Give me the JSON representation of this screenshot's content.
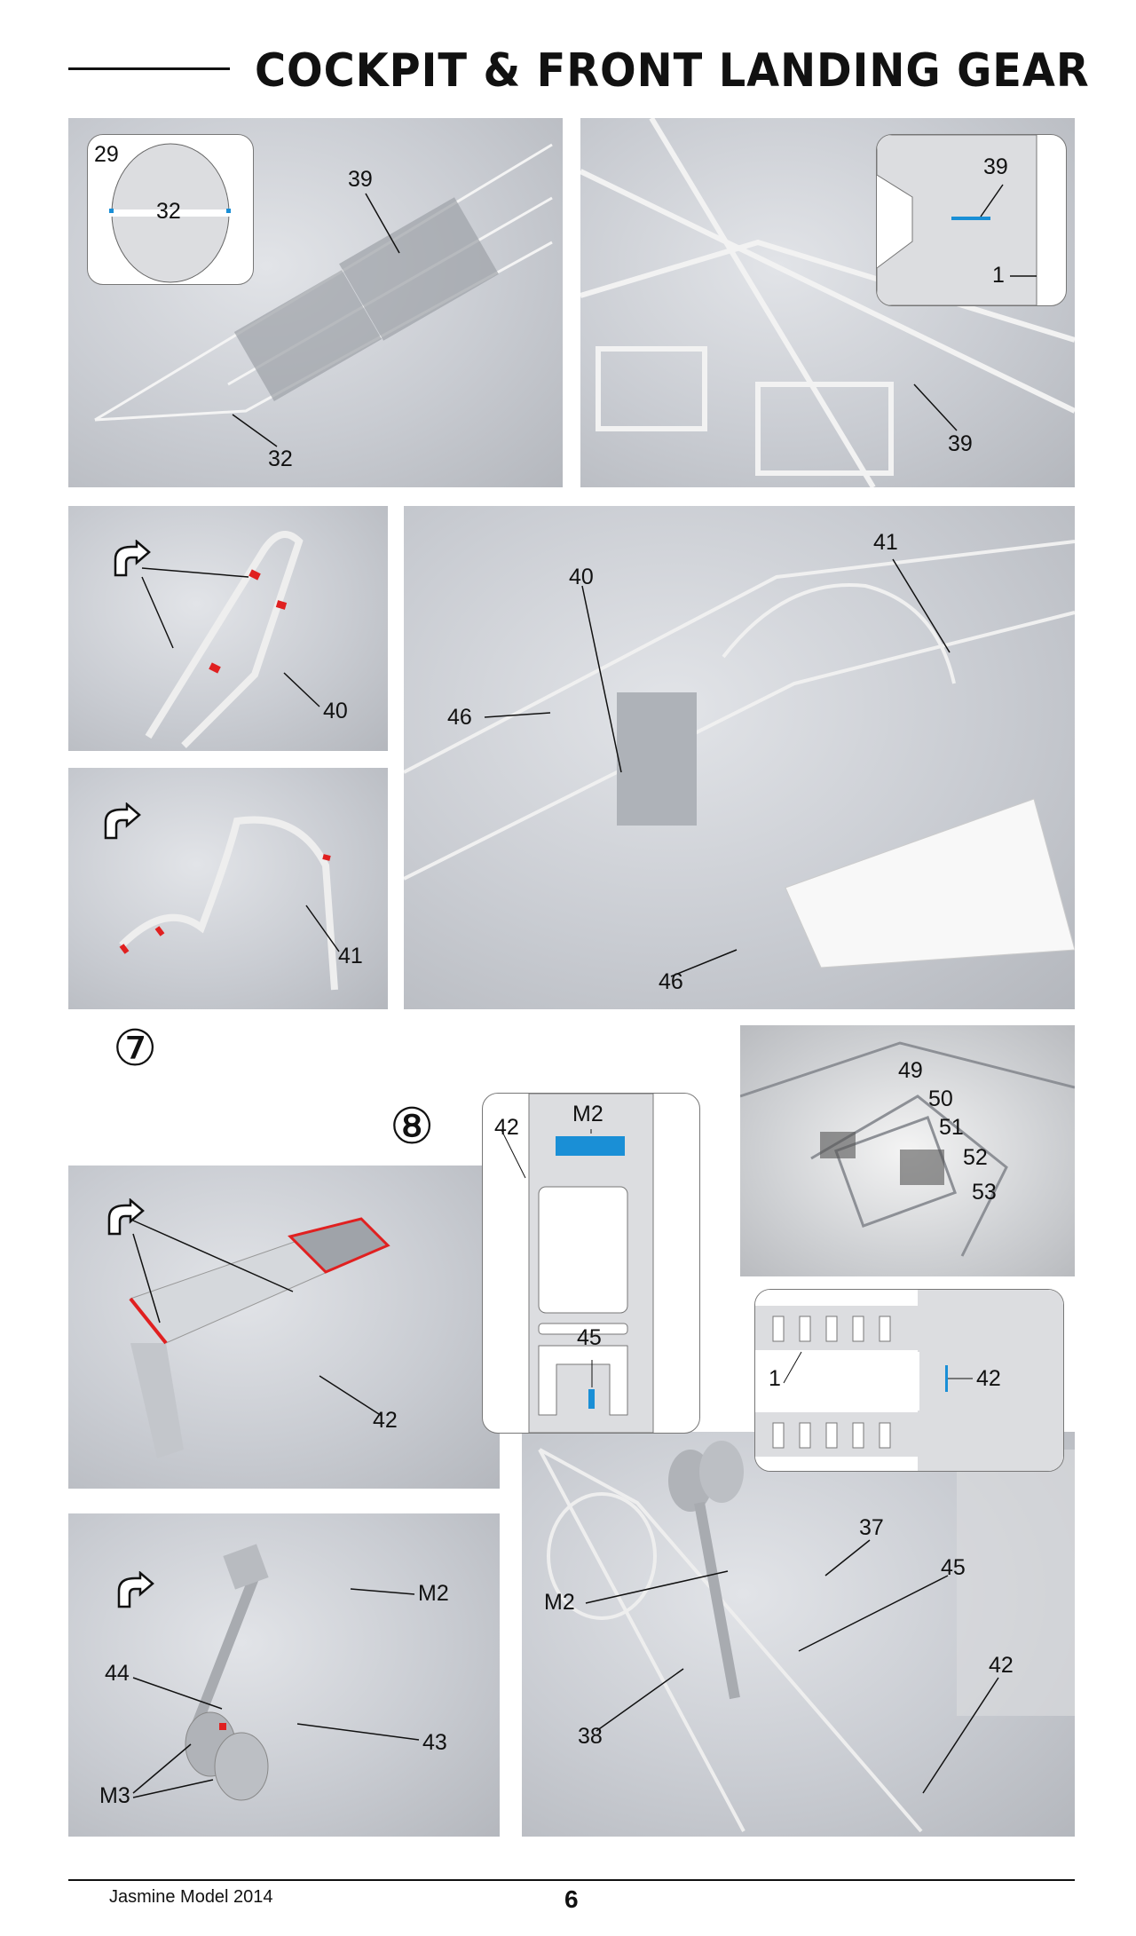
{
  "header": {
    "title": "COCKPIT & FRONT LANDING GEAR"
  },
  "steps": {
    "step7": "⑦",
    "step8": "⑧"
  },
  "panel_a": {
    "inset_labels": [
      "29",
      "32"
    ],
    "labels": [
      "39",
      "32"
    ]
  },
  "panel_b": {
    "inset_labels": [
      "39",
      "1"
    ],
    "labels": [
      "39"
    ]
  },
  "panel_c": {
    "labels": [
      "40"
    ],
    "icon": "rotate-arrow-icon"
  },
  "panel_d": {
    "labels": [
      "40",
      "41",
      "46",
      "46"
    ]
  },
  "panel_e": {
    "labels": [
      "41"
    ],
    "icon": "rotate-arrow-icon"
  },
  "panel_f": {
    "labels": [
      "42",
      "M2",
      "45"
    ]
  },
  "panel_g": {
    "labels": [
      "49",
      "50",
      "51",
      "52",
      "53"
    ]
  },
  "panel_h": {
    "labels": [
      "1",
      "42"
    ]
  },
  "panel_i": {
    "labels": [
      "42"
    ],
    "icon": "rotate-arrow-icon"
  },
  "panel_j": {
    "labels": [
      "M2",
      "44",
      "43",
      "M3"
    ],
    "icon": "rotate-arrow-icon"
  },
  "panel_k": {
    "labels": [
      "M2",
      "37",
      "45",
      "38",
      "42"
    ]
  },
  "footer": {
    "brand": "Jasmine Model 2014",
    "page": "6"
  },
  "colors": {
    "highlight_blue": "#1a8fd6",
    "mark_red": "#e02020",
    "photo_gray": "#c9ccd2"
  }
}
